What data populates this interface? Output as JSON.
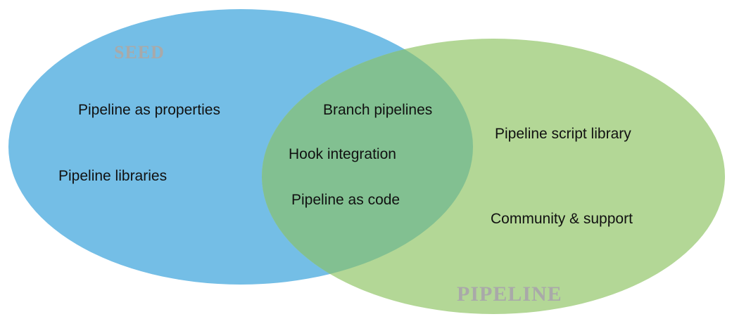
{
  "sets": {
    "left": {
      "title": "SEED",
      "color": "#74bee6",
      "items": [
        "Pipeline as properties",
        "Pipeline libraries"
      ]
    },
    "right": {
      "title": "PIPELINE",
      "color": "#b3d796",
      "items": [
        "Pipeline script library",
        "Community & support"
      ]
    },
    "overlap": {
      "color": "#82c091",
      "items": [
        "Branch pipelines",
        "Hook integration",
        "Pipeline as code"
      ]
    }
  }
}
